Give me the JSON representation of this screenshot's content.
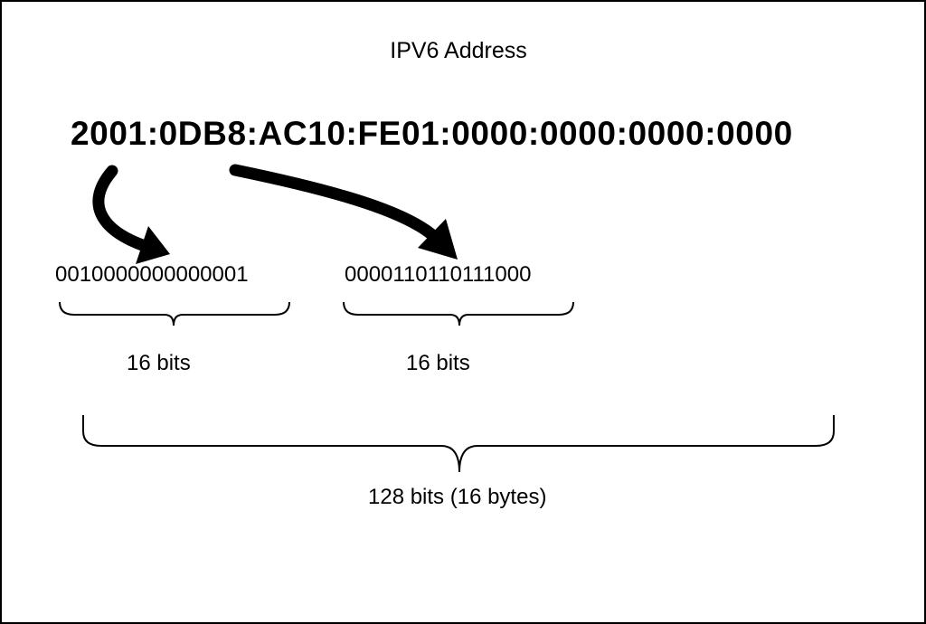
{
  "diagram": {
    "title": "IPV6 Address",
    "address": "2001:0DB8:AC10:FE01:0000:0000:0000:0000",
    "first_group_binary": "0010000000000001",
    "second_group_binary": "0000110110111000",
    "first_group_label": "16 bits",
    "second_group_label": "16 bits",
    "total_label": "128 bits (16 bytes)"
  },
  "colors": {
    "ink": "#000000",
    "background": "#ffffff"
  }
}
